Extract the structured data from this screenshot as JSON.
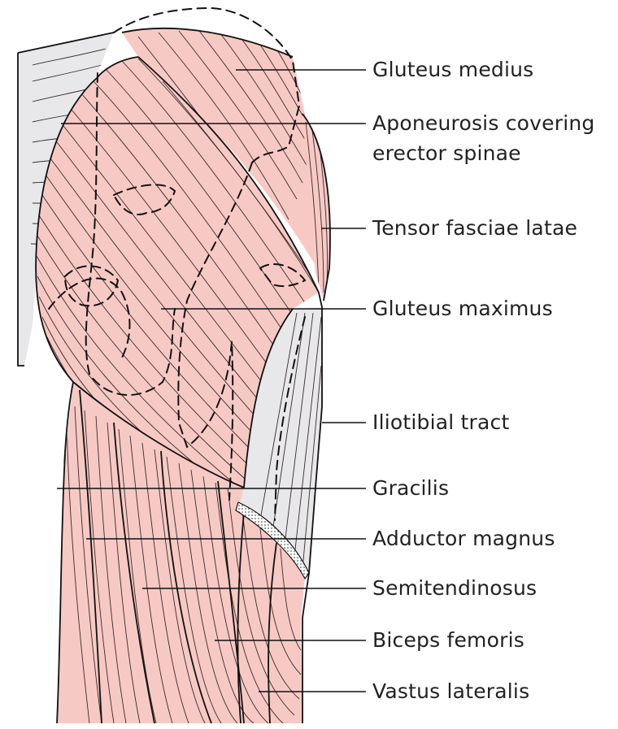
{
  "colors": {
    "muscle": "#f7c9c5",
    "fascia": "#e8e8ea",
    "outline": "#111111",
    "text": "#222222"
  },
  "labels": [
    {
      "id": "gluteus-medius",
      "text": "Gluteus medius"
    },
    {
      "id": "aponeurosis",
      "text": "Aponeurosis covering"
    },
    {
      "id": "aponeurosis-2",
      "text": "erector spinae"
    },
    {
      "id": "tensor-fasciae-latae",
      "text": "Tensor fasciae latae"
    },
    {
      "id": "gluteus-maximus",
      "text": "Gluteus maximus"
    },
    {
      "id": "iliotibial-tract",
      "text": "Iliotibial tract"
    },
    {
      "id": "gracilis",
      "text": "Gracilis"
    },
    {
      "id": "adductor-magnus",
      "text": "Adductor magnus"
    },
    {
      "id": "semitendinosus",
      "text": "Semitendinosus"
    },
    {
      "id": "biceps-femoris",
      "text": "Biceps femoris"
    },
    {
      "id": "vastus-lateralis",
      "text": "Vastus lateralis"
    }
  ]
}
